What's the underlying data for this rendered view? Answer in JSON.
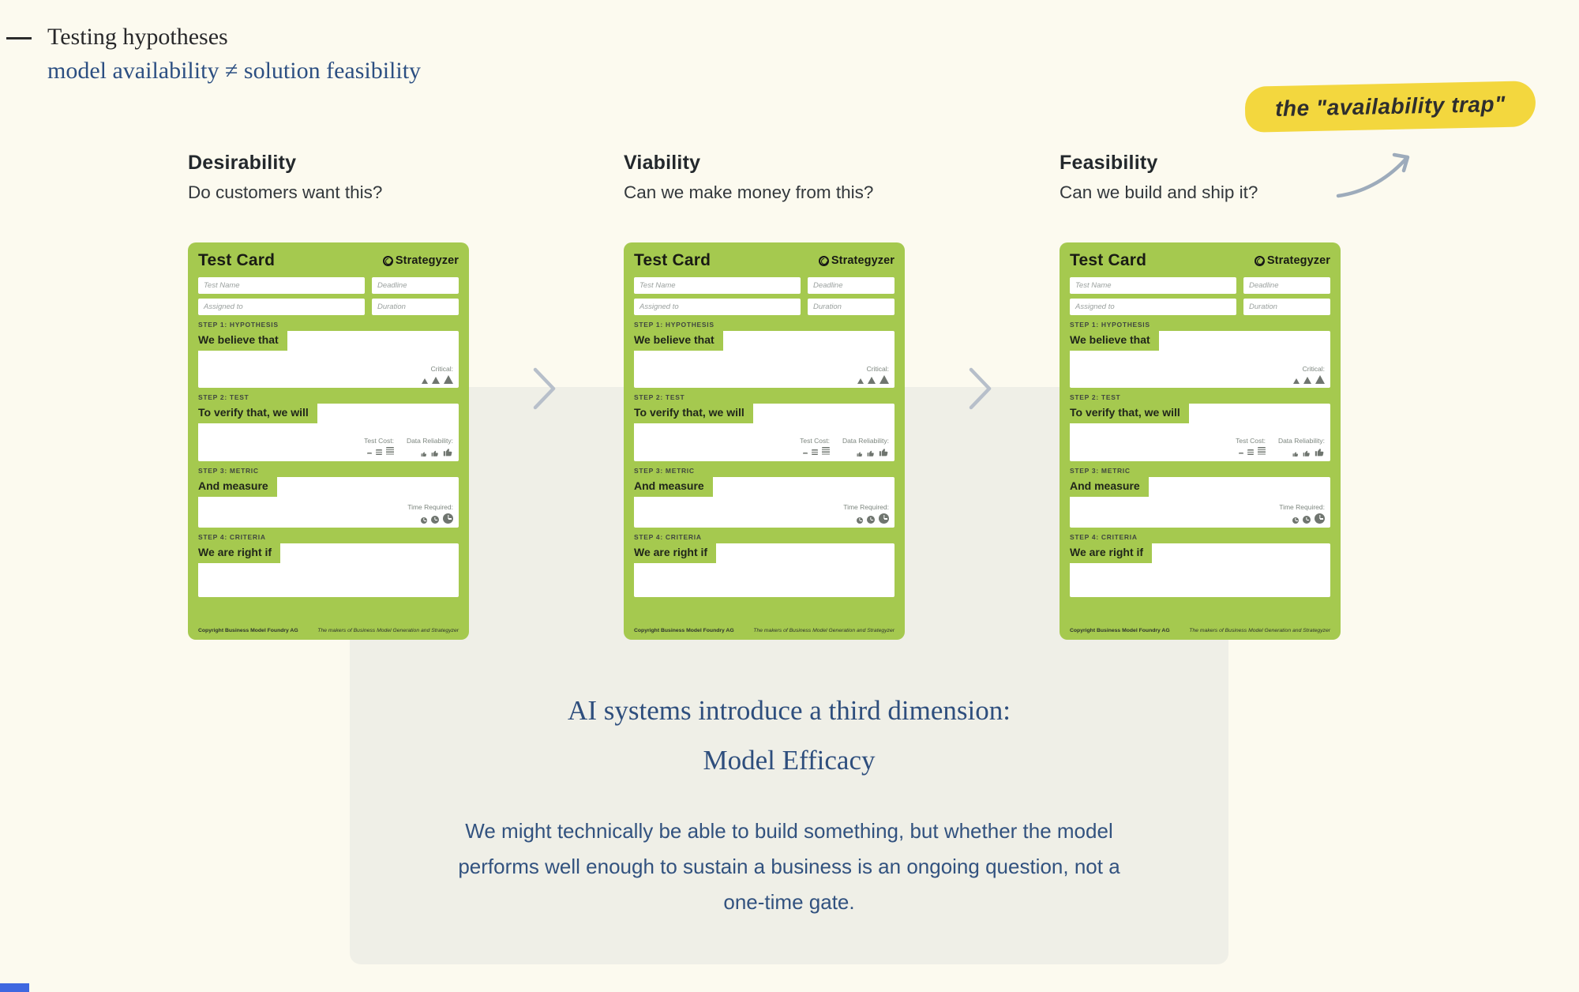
{
  "page": {
    "title": "Testing hypotheses",
    "subtitle": "model availability ≠ solution feasibility",
    "highlight": "the \"availability trap\""
  },
  "columns": [
    {
      "heading": "Desirability",
      "question": "Do customers want this?"
    },
    {
      "heading": "Viability",
      "question": "Can we make money from this?"
    },
    {
      "heading": "Feasibility",
      "question": "Can we build and ship it?"
    }
  ],
  "test_card": {
    "title": "Test Card",
    "brand": "Strategyzer",
    "fields": [
      {
        "placeholder": "Test Name"
      },
      {
        "placeholder": "Deadline"
      },
      {
        "placeholder": "Assigned to"
      },
      {
        "placeholder": "Duration"
      }
    ],
    "steps": [
      {
        "label": "STEP 1: HYPOTHESIS",
        "prompt": "We believe that",
        "metas": [
          "Critical:"
        ]
      },
      {
        "label": "STEP 2: TEST",
        "prompt": "To verify that, we will",
        "metas": [
          "Test Cost:",
          "Data Reliability:"
        ]
      },
      {
        "label": "STEP 3: METRIC",
        "prompt": "And measure",
        "metas": [
          "Time Required:"
        ]
      },
      {
        "label": "STEP 4: CRITERIA",
        "prompt": "We are right if",
        "metas": []
      }
    ],
    "footer_left": "Copyright Business Model Foundry AG",
    "footer_right": "The makers of Business Model Generation and Strategyzer"
  },
  "panel": {
    "heading": "AI systems introduce a third dimension:",
    "heading_emphasis": "Model Efficacy",
    "body": "We might technically be able to build something, but whether the model performs well enough to sustain a business is an ongoing question, not a one-time gate."
  },
  "icons": {
    "brand": "strategyzer-circle-mark",
    "between_cards": "chevron-right",
    "to_highlight": "curved-arrow-up-right",
    "critical": "warning-triangle",
    "test_cost": "coin-stack",
    "data_reliability": "thumbs-up",
    "time_required": "clock"
  },
  "colors": {
    "background": "#fcfaef",
    "panel": "#efefe7",
    "card_green": "#a5c94f",
    "title_ink": "#28282a",
    "subtitle_blue": "#2c4f82",
    "highlight_yellow": "#f3d73e",
    "arrow_gray": "#9dabbb",
    "accent_bar_blue": "#3f68e0"
  }
}
